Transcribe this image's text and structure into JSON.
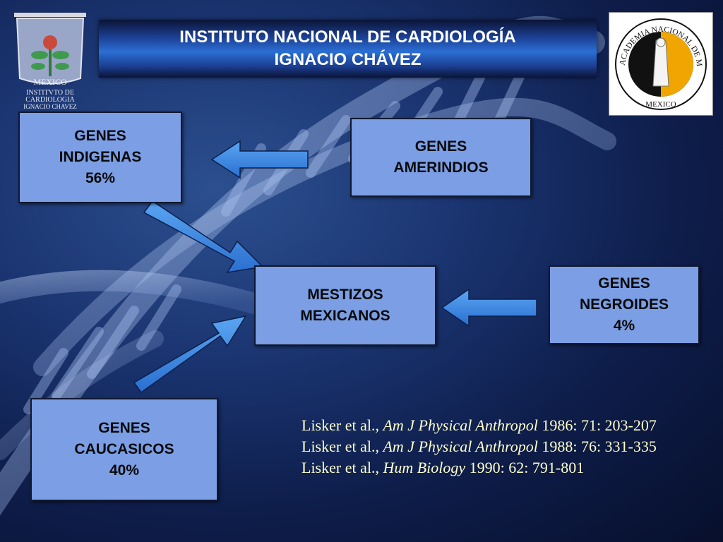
{
  "header": {
    "title_line1": "INSTITUTO NACIONAL DE CARDIOLOGÍA",
    "title_line2": "IGNACIO CHÁVEZ"
  },
  "logo_left": {
    "text_top": "MEXICO",
    "text_line1": "INSTITVTO DE",
    "text_line2": "CARDIOLOGIA",
    "text_line3": "IGNACIO CHAVEZ"
  },
  "logo_right": {
    "text_ring": "ACADEMIA NACIONAL DE MEDICINA",
    "text_bottom": "MEXICO"
  },
  "diagram": {
    "nodes": {
      "indigenas": [
        "GENES",
        "INDIGENAS",
        "56%"
      ],
      "amerindios": [
        "GENES",
        "AMERINDIOS"
      ],
      "mestizos": [
        "MESTIZOS",
        "MEXICANOS"
      ],
      "negroides": [
        "GENES",
        "NEGROIDES",
        "4%"
      ],
      "caucasicos": [
        "GENES",
        "CAUCASICOS",
        "40%"
      ]
    },
    "edges": [
      {
        "from": "amerindios",
        "to": "indigenas"
      },
      {
        "from": "indigenas",
        "to": "mestizos"
      },
      {
        "from": "negroides",
        "to": "mestizos"
      },
      {
        "from": "caucasicos",
        "to": "mestizos"
      }
    ]
  },
  "references": [
    {
      "author": "Lisker et al.,",
      "journal": "Am J Physical Anthropol",
      "detail": "1986: 71: 203-207"
    },
    {
      "author": "Lisker et al.,",
      "journal": "Am J Physical Anthropol",
      "detail": "1988: 76: 331-335"
    },
    {
      "author": "Lisker et al.,",
      "journal": "Hum Biology",
      "detail": "1990: 62: 791-801"
    }
  ],
  "colors": {
    "box_fill": "#7b9ee4",
    "arrow_fill": "#3b8ae0",
    "reference_text": "#ffffcc"
  }
}
